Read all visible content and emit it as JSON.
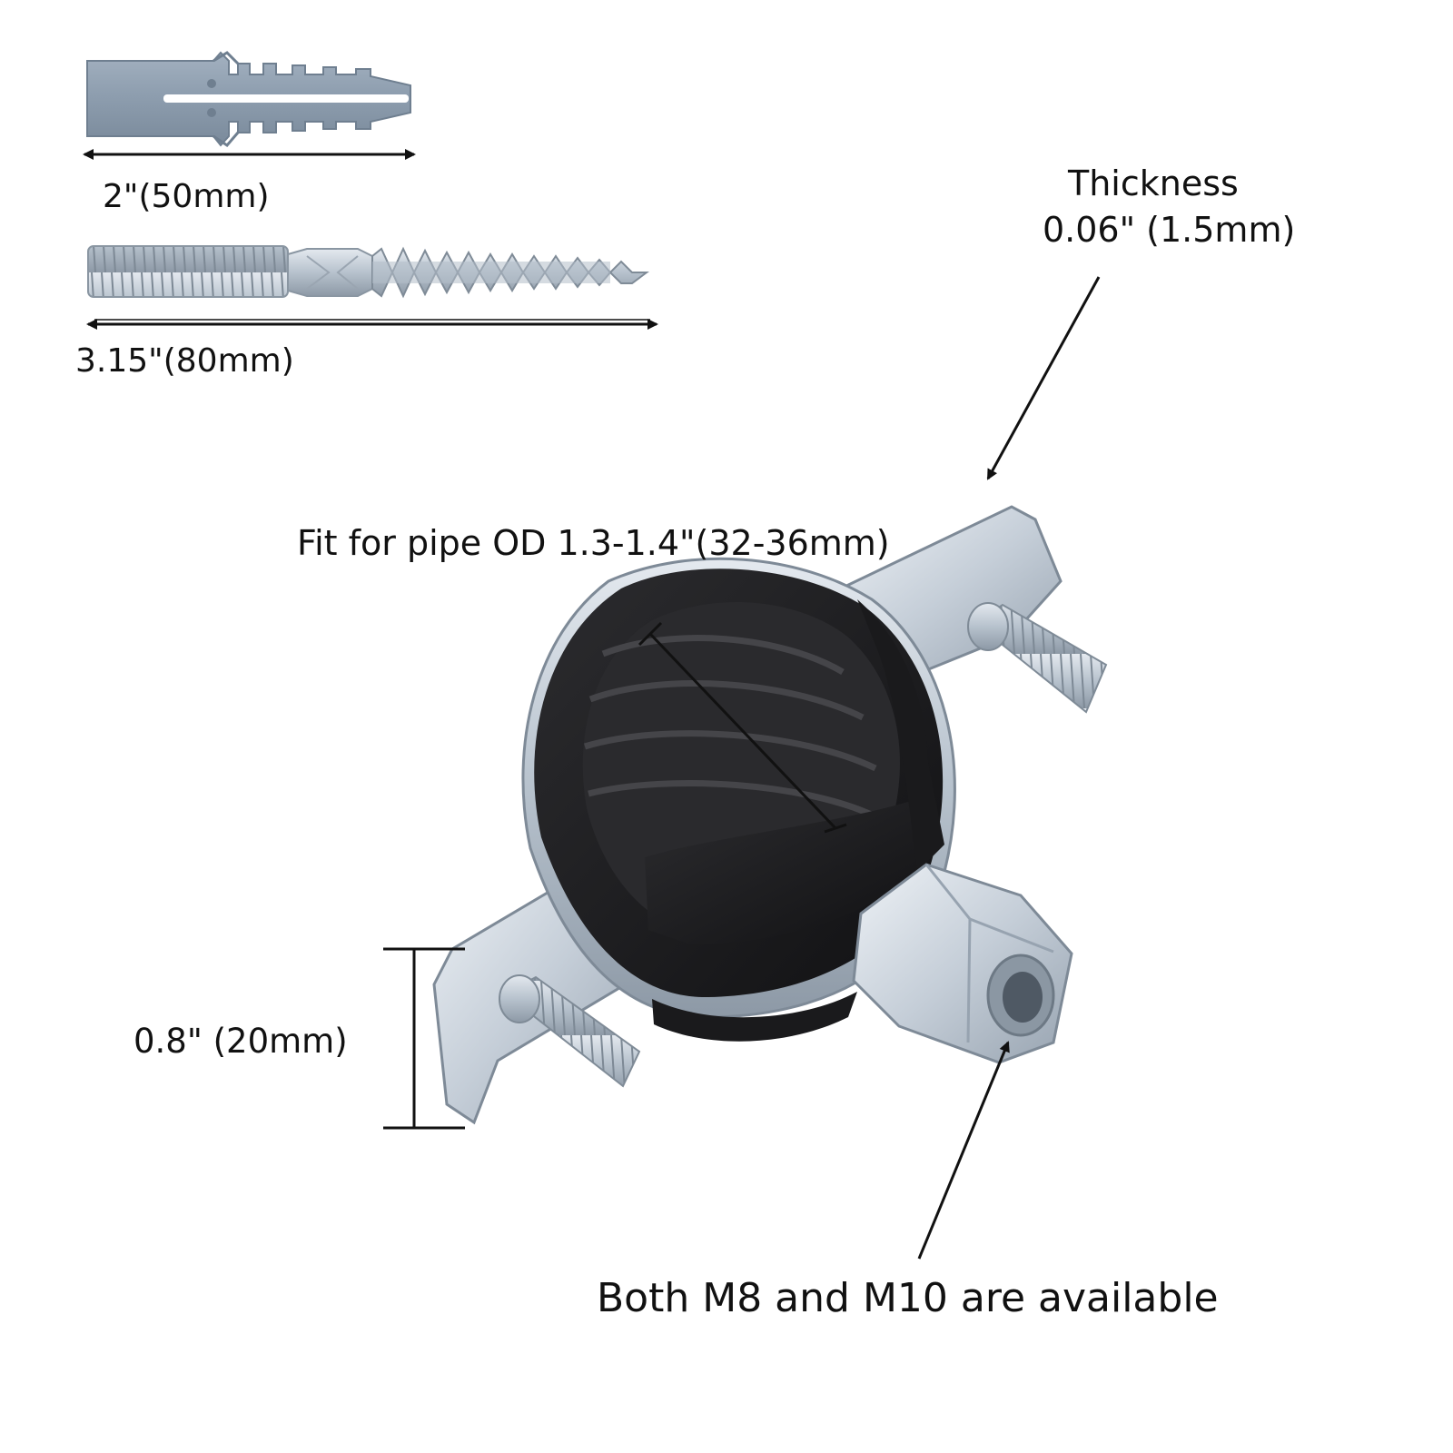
{
  "labels": {
    "anchor_length": "2\"(50mm)",
    "screw_length": "3.15\"(80mm)",
    "thickness_title": "Thickness",
    "thickness_value": "0.06\" (1.5mm)",
    "pipe_od": "Fit for pipe OD 1.3-1.4\"(32-36mm)",
    "bracket_height": "0.8\" (20mm)",
    "thread_sizes": "Both M8 and M10 are available"
  },
  "colors": {
    "background": "#ffffff",
    "text": "#111111",
    "plastic_anchor": "#8e9eaf",
    "zinc_steel": "#c9d2dc",
    "rubber_liner": "#1d1d1f",
    "dimension_line": "#111111"
  },
  "icons": {
    "anchor": "wall-plug-anchor-icon",
    "screw": "hanger-bolt-icon",
    "clamp": "pipe-clamp-icon"
  }
}
